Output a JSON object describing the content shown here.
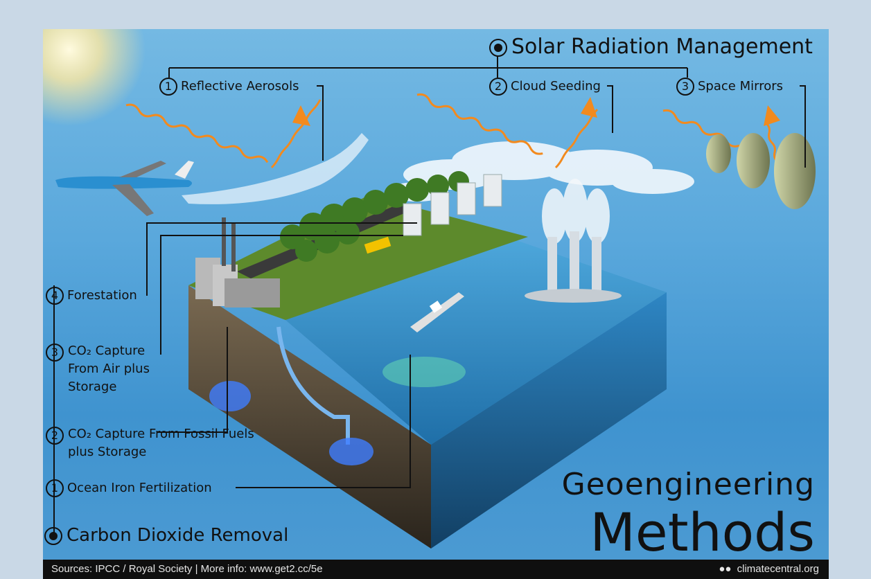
{
  "srm": {
    "title": "Solar Radiation Management",
    "items": [
      {
        "num": "1",
        "label": "Reflective Aerosols"
      },
      {
        "num": "2",
        "label": "Cloud Seeding"
      },
      {
        "num": "3",
        "label": "Space Mirrors"
      }
    ]
  },
  "cdr": {
    "title": "Carbon Dioxide Removal",
    "items": [
      {
        "num": "4",
        "label": "Forestation"
      },
      {
        "num": "3",
        "label": "CO₂ Capture From Air plus Storage"
      },
      {
        "num": "2",
        "label": "CO₂ Capture From Fossil Fuels plus Storage"
      },
      {
        "num": "1",
        "label": "Ocean Iron Fertilization"
      }
    ]
  },
  "headline": {
    "line1": "Geoengineering",
    "line2": "Methods"
  },
  "footer": {
    "sources": "Sources: IPCC / Royal Society  |  More info: www.get2.cc/5e",
    "brand": "climatecentral.org"
  },
  "colors": {
    "sky": "#5aa8dc",
    "ocean": "#2f7fb8",
    "land": "#5d8a2c",
    "ray": "#f28a1e"
  }
}
